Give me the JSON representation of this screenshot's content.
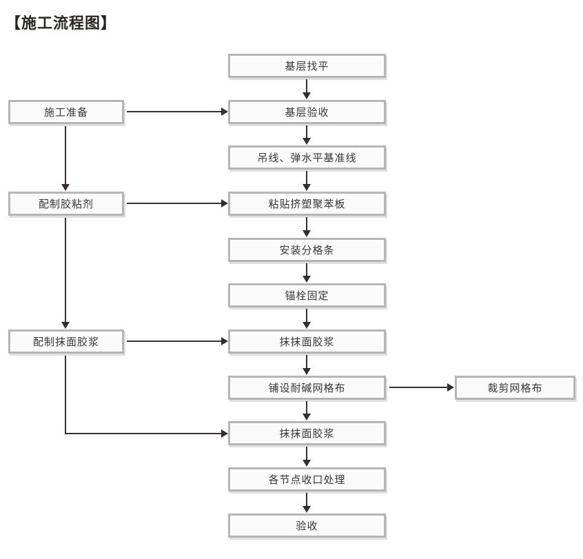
{
  "title": "【施工流程图】",
  "colors": {
    "box_border": "#b5b5b5",
    "box_fill": "#fafafa",
    "box_text": "#363636",
    "arrow": "#352e2c",
    "title_text": "#2b2422"
  },
  "diagram": {
    "type": "flowchart",
    "main_flow": [
      "基层找平",
      "基层验收",
      "吊线、弹水平基准线",
      "粘贴挤塑聚苯板",
      "安装分格条",
      "锚栓固定",
      "抹抹面胶浆",
      "铺设耐碱网格布",
      "抹抹面胶浆",
      "各节点收口处理",
      "验收"
    ],
    "left_branches": [
      {
        "label": "施工准备"
      },
      {
        "label": "配制胶粘剂"
      },
      {
        "label": "配制抹面胶浆"
      }
    ],
    "right_branches": [
      {
        "label": "裁剪网格布"
      }
    ],
    "branch_edges": [
      {
        "from": "施工准备",
        "to_main_step_index": 1
      },
      {
        "from": "配制胶粘剂",
        "to_main_step_index": 3
      },
      {
        "from": "配制抹面胶浆",
        "to_main_step_index": 6
      },
      {
        "from": "配制抹面胶浆",
        "to_main_step_index": 8
      },
      {
        "from_main_step_index": 7,
        "to": "裁剪网格布"
      }
    ]
  }
}
